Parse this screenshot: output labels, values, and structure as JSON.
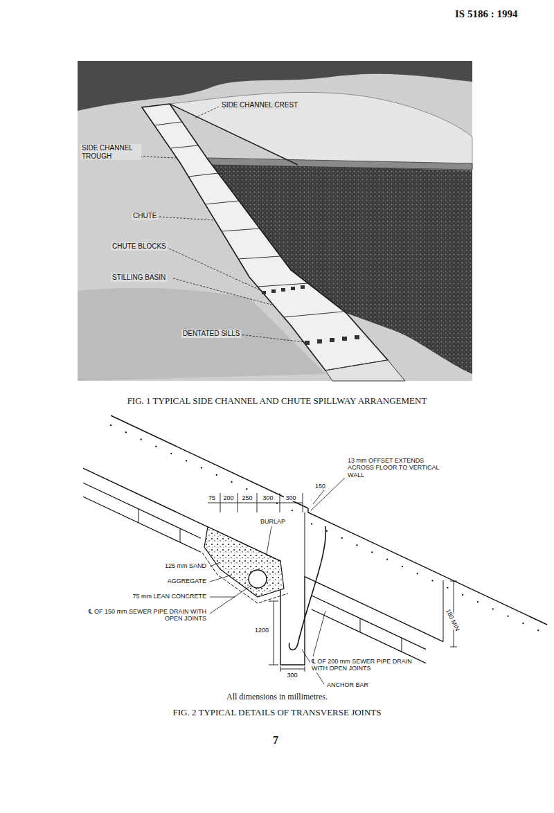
{
  "diagram": {
    "labels": [
      "IS 5186 : 1994",
      "SIDE CHANNEL CREST",
      "SIDE CHANNEL TROUGH",
      "CHUTE",
      "CHUTE BLOCKS",
      "STILLING BASIN",
      "DENTATED SILLS",
      "FIG. 1 TYPICAL SIDE CHANNEL AND CHUTE SPILLWAY ARRANGEMENT",
      "150",
      "13 mm OFFSET EXTENDS ACROSS FLOOR TO VERTICAL WALL",
      "75",
      "200",
      "250",
      "300",
      "300",
      "BURLAP",
      "125 mm SAND",
      "AGGREGATE",
      "75 mm LEAN CONCRETE",
      "℄ OF 150 mm SEWER PIPE DRAIN WITH OPEN JOINTS",
      "1200",
      "300",
      "℄ OF 200 mm SEWER PIPE DRAIN WITH OPEN JOINTS",
      "ANCHOR BAR",
      "180 MIN",
      "All dimensions in millimetres.",
      "FIG. 2 TYPICAL DETAILS OF TRANSVERSE JOINTS",
      "7"
    ]
  }
}
